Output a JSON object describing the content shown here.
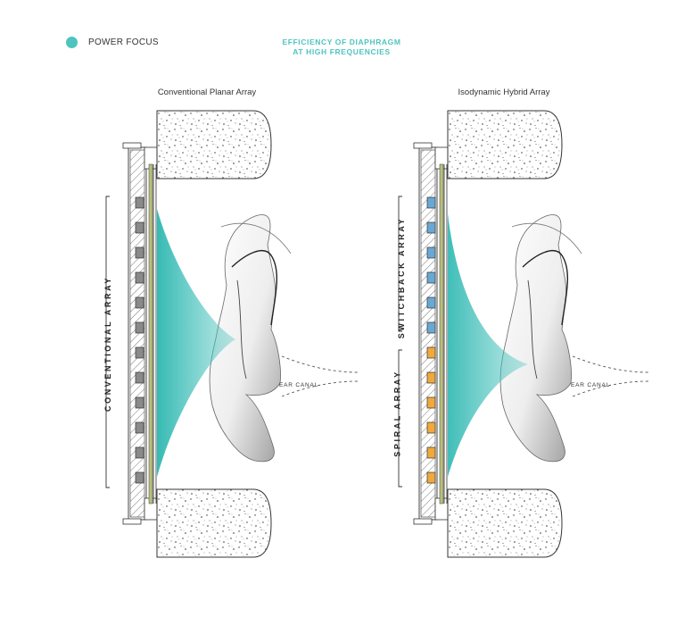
{
  "legend": {
    "label": "POWER FOCUS",
    "color": "#4ec4bf"
  },
  "heading": {
    "line1": "EFFICIENCY OF DIAPHRAGM",
    "line2": "AT HIGH FREQUENCIES"
  },
  "left_panel": {
    "title": "Conventional Planar Array",
    "array_label": "CONVENTIONAL ARRAY",
    "ear_label": "EAR CANAL"
  },
  "right_panel": {
    "title": "Isodynamic Hybrid Array",
    "upper_array_label": "SWITCHBACK ARRAY",
    "lower_array_label": "SPIRAL ARRAY",
    "ear_label": "EAR CANAL"
  },
  "colors": {
    "teal": "#4ec4bf",
    "magnet_gray": "#8a8a8a",
    "switchback_blue": "#6aa8d4",
    "spiral_orange": "#f0a93a",
    "diaphragm_olive": "#b9c07a"
  }
}
